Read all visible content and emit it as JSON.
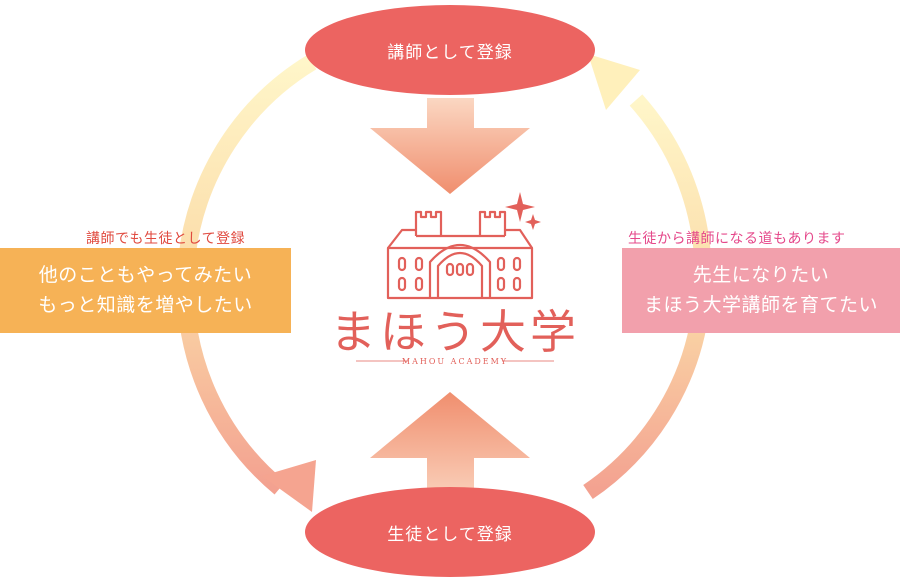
{
  "nodes": {
    "top": {
      "label": "講師として登録"
    },
    "bottom": {
      "label": "生徒として登録"
    },
    "left": {
      "caption": "講師でも生徒として登録",
      "line1": "他のこともやってみたい",
      "line2": "もっと知識を増やしたい"
    },
    "right": {
      "caption": "生徒から講師になる道もあります",
      "line1": "先生になりたい",
      "line2": "まほう大学講師を育てたい"
    }
  },
  "logo": {
    "name": "まほう大学",
    "subtitle": "MAHOU ACADEMY",
    "icon": "castle-icon"
  },
  "colors": {
    "ellipse": "#ec6461",
    "left_box": "#f6b256",
    "right_box": "#f2a0ac",
    "left_caption": "#e04a3f",
    "right_caption": "#e5488a",
    "logo": "#e2605a",
    "ring_light": "#fff2bf",
    "ring_dark": "#f3a190"
  }
}
